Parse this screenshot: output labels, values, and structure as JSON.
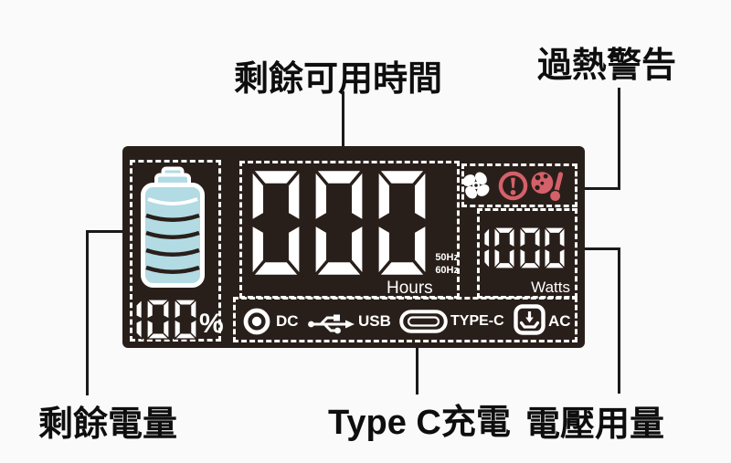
{
  "labels": {
    "time": "剩餘可用時間",
    "overheat": "過熱警告",
    "battery": "剩餘電量",
    "typec": "Type C充電",
    "voltage": "電壓用量"
  },
  "display": {
    "battery_percent": "100",
    "percent_sign": "%",
    "hours_value": "000",
    "hours_unit": "Hours",
    "freq_50": "50Hz",
    "freq_60": "60Hz",
    "watts_value": "1000",
    "watts_unit": "Watts",
    "ports": {
      "dc": "DC",
      "usb": "USB",
      "typec": "TYPE-C",
      "ac": "AC"
    },
    "icons": [
      "fan-icon",
      "overheat-alert-icon",
      "thermometer-icon"
    ],
    "colors": {
      "panel_bg": "#291f1a",
      "lcd_white": "#ffffff",
      "battery_fill": "#b2dbe4",
      "alert_red": "#d4606a",
      "label_black": "#1a1a1a"
    }
  }
}
